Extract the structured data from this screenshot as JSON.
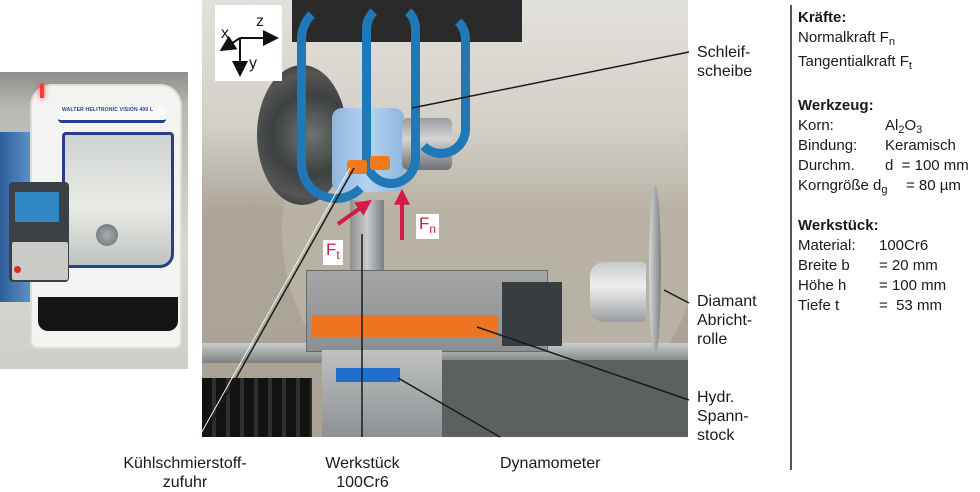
{
  "figure": {
    "axes_inset": {
      "x": "x",
      "y": "y",
      "z": "z"
    },
    "force_labels": {
      "ft": {
        "main": "F",
        "sub": "t"
      },
      "fn": {
        "main": "F",
        "sub": "n"
      }
    },
    "annotations": {
      "schleifscheibe": [
        "Schleif-",
        "scheibe"
      ],
      "diamant_abrichtrolle": [
        "Diamant",
        "Abricht-",
        "rolle"
      ],
      "hydr_spannstock": [
        "Hydr.",
        "Spann-",
        "stock"
      ],
      "kuehlschmierstoffzufuhr": [
        "Kühlschmierstoff-",
        "zufuhr"
      ],
      "werkstueck": [
        "Werkstück",
        "100Cr6"
      ],
      "dynamometer": [
        "Dynamometer"
      ]
    },
    "machine_photo": {
      "brand_text": "WALTER HELITRONIC VISION 400 L"
    },
    "colors": {
      "force_arrow": "#d51a45",
      "wheel_blue": "#a6c9ec",
      "hose_blue": "#1f79b9",
      "vise_orange": "#ee7422",
      "divider": "#555555"
    }
  },
  "parameters": {
    "forces": {
      "title": "Kräfte:",
      "items": [
        {
          "label": "Normalkraft F",
          "sub": "n"
        },
        {
          "label": "Tangentialkraft F",
          "sub": "t"
        }
      ]
    },
    "tool": {
      "title": "Werkzeug:",
      "rows": [
        {
          "key": "Korn:",
          "value_parts": [
            "Al",
            "2",
            "O",
            "3"
          ]
        },
        {
          "key": "Bindung:",
          "value": "Keramisch"
        },
        {
          "key": "Durchm.",
          "value": "d  = 100 mm"
        },
        {
          "key": "Korngröße d",
          "key_sub": "g",
          "value": "= 80 µm"
        }
      ]
    },
    "workpiece": {
      "title": "Werkstück:",
      "rows": [
        {
          "key": "Material:",
          "value": "100Cr6"
        },
        {
          "key": "Breite b",
          "value": "= 20 mm"
        },
        {
          "key": "Höhe h",
          "value": "= 100 mm"
        },
        {
          "key": "Tiefe t",
          "value": "=  53 mm"
        }
      ]
    }
  }
}
